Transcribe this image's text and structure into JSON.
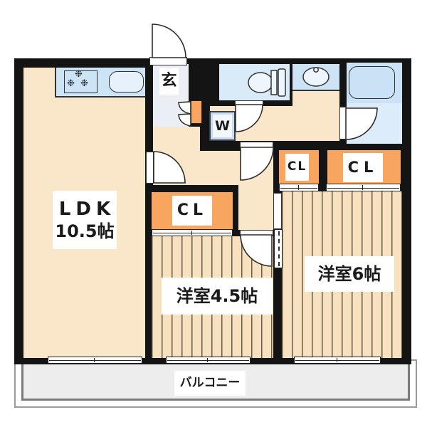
{
  "floorplan": {
    "rooms": {
      "ldk": {
        "name": "LDK",
        "area": "10.5帖"
      },
      "bedroom_small": {
        "name": "洋室4.5帖"
      },
      "bedroom_large": {
        "name": "洋室6帖"
      },
      "balcony": {
        "name": "バルコニー"
      },
      "entrance": {
        "name": "玄"
      }
    },
    "closets": {
      "hall_closet_label": "CL",
      "small_closet_label": "CL",
      "large_closet_label": "CL"
    },
    "laundry": {
      "label": "W"
    },
    "stove_glyph": "❉",
    "colors": {
      "wall": "#141414",
      "floor": "#fae6c8",
      "wood_floor": "#f8e1be",
      "closet_orange": "#f7a55f",
      "wet_area_blue": "#cde4f6",
      "toilet_blue": "#d9eaf9",
      "balcony_gray": "#ededed",
      "entrance_gray": "#eceef5"
    }
  }
}
